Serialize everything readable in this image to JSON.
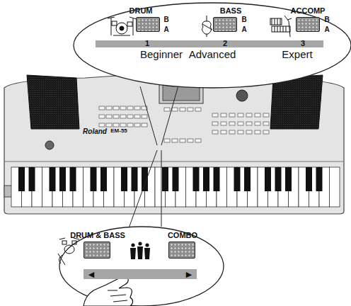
{
  "diagram": {
    "nodes": [
      {
        "text": [
          "DRUM"
        ]
      },
      {
        "text": [
          "BASS"
        ]
      },
      {
        "text": [
          "ACCOMP"
        ]
      },
      {
        "text": [
          "1",
          "2",
          "3"
        ]
      },
      {
        "text": [
          "DRUM & BASS"
        ]
      },
      {
        "text": [
          "COMBO"
        ]
      },
      {
        "text": [
          "◀",
          "▶"
        ]
      }
    ],
    "labels": [
      "B",
      "A",
      "B",
      "A",
      "B",
      "A",
      "Beginner",
      "Advanced",
      "Expert",
      "Roland",
      "EM-55"
    ]
  }
}
